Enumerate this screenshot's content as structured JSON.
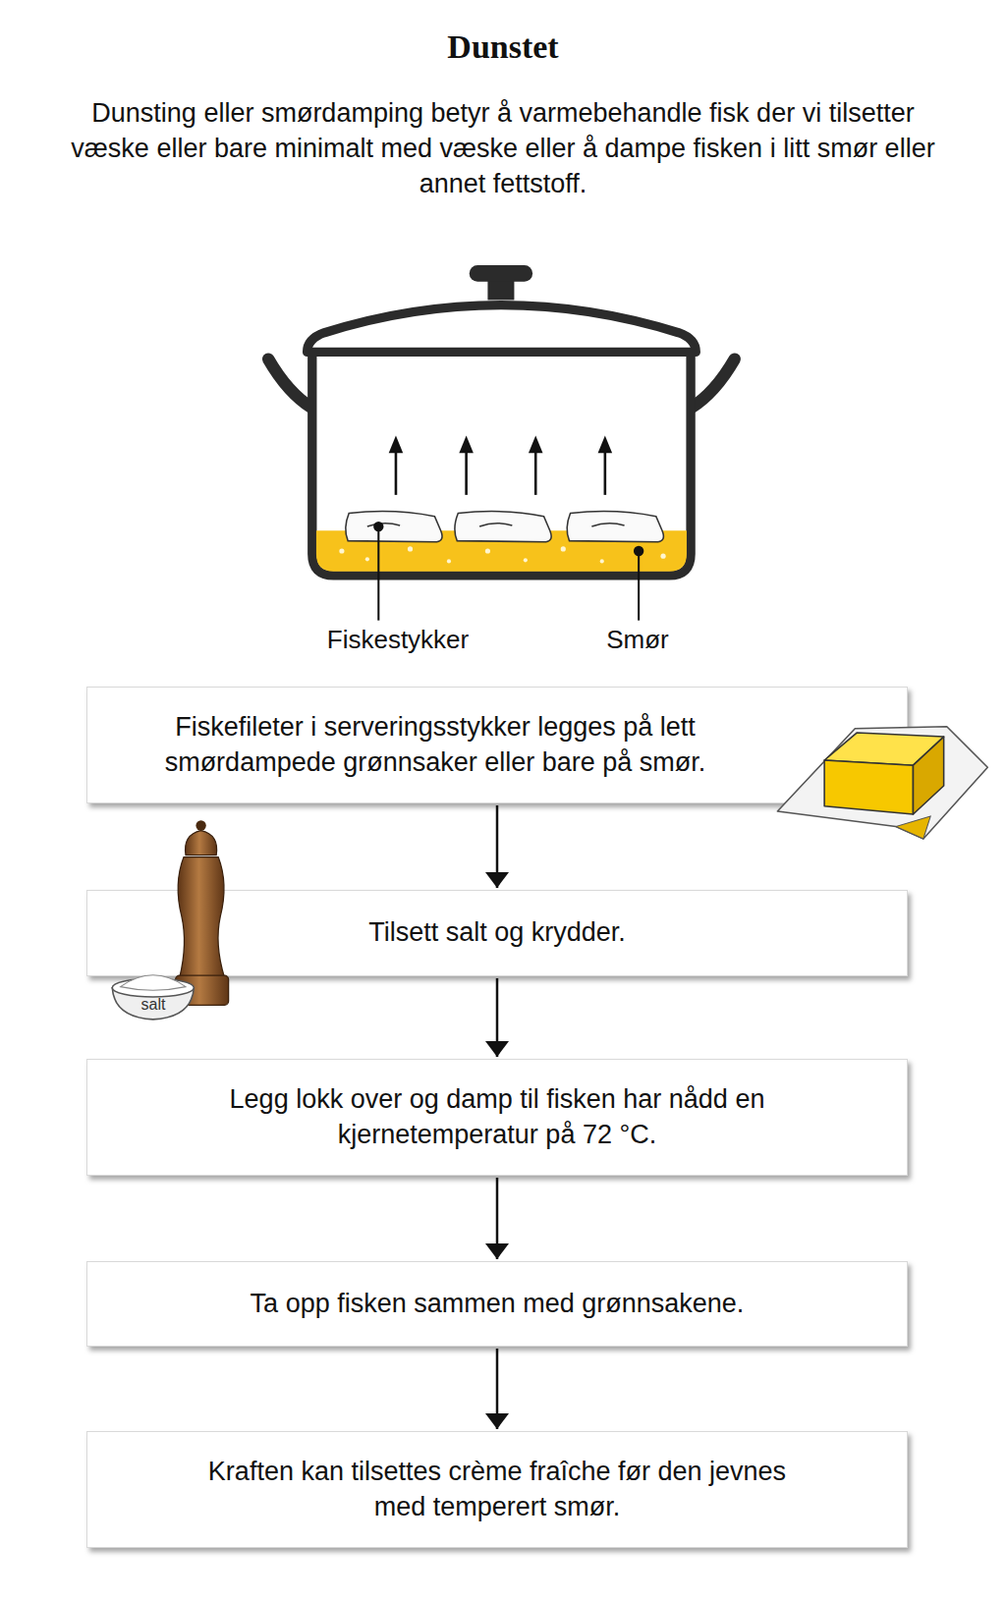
{
  "diagram": {
    "title": "Dunstet",
    "nodes": [
      {
        "text": [
          "Fiskefileter i serveringsstykker legges på lett smørdampede grønnsaker eller bare på smør."
        ]
      },
      {
        "text": [
          "Tilsett salt og krydder."
        ]
      },
      {
        "text": [
          "Legg lokk over og damp til fisken har nådd en kjernetemperatur på 72 °C."
        ]
      },
      {
        "text": [
          "Ta opp fisken sammen med grønnsakene."
        ]
      },
      {
        "text": [
          "Kraften kan tilsettes crème fraîche før den jevnes med temperert smør."
        ]
      }
    ],
    "edges": [
      {
        "from": 0,
        "to": 1,
        "arrow": "to"
      },
      {
        "from": 1,
        "to": 2,
        "arrow": "to"
      },
      {
        "from": 2,
        "to": 3,
        "arrow": "to"
      },
      {
        "from": 3,
        "to": 4,
        "arrow": "to"
      }
    ],
    "labels": [
      "Dunsting eller smørdamping betyr å varmebehandle fisk der vi tilsetter væske eller bare minimalt med væske eller å dampe fisken i litt smør eller annet fettstoff.",
      "Fiskestykker",
      "Smør",
      "salt"
    ]
  }
}
